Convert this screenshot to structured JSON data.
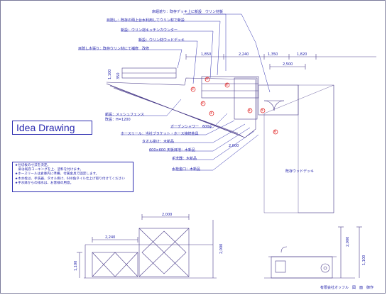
{
  "title": "Idea Drawing",
  "colors": {
    "ink": "#1a1aa8",
    "line": "#4a3c8a",
    "red": "#e02020",
    "frame": "#2b2bb0"
  },
  "labels": {
    "l1": "床組遮り：既存デッキ上に新設　ウリン材板",
    "l2": "目隠し：既存の頭上台水利用してウリン材で新設",
    "l3": "新設：ウリン材キッチンカウンター",
    "l4": "新設：ウリン材ウッドデッキ",
    "l5": "目隠し木張り：既存ウリン材にて補修　改修",
    "l6": "新設：メッシュフェンス",
    "l7": "既設：H=1200",
    "l8": "ガーデンシャワー　600φ",
    "l9": "ホースリール：当社ブラケット・ホース接続金具",
    "l10": "タオル掛け：木新品",
    "l11": "600×600 天板目地：木新品",
    "l12": "手洗器：木新品",
    "l13": "水栓金口：木新品",
    "l14": "既存ウッドデッキ"
  },
  "dims": {
    "d1": "1,850",
    "d2": "2,240",
    "d3": "1,350",
    "d4": "1,820",
    "d5": "2,500",
    "d6": "2,000",
    "d7": "2,000",
    "d8": "2,240",
    "d9": "2,000",
    "d10": "1,100",
    "d11": "1,100",
    "d12": "350",
    "d13": "2,000",
    "d14": "1,100"
  },
  "markers": {
    "m1": "①",
    "m2": "②",
    "m3": "③",
    "m4": "④",
    "m5": "⑤",
    "m6": "⑥",
    "m7": "⑦",
    "m8": "⑧"
  },
  "notes": [
    "★仕切板の寸法を決定。",
    "　扉は既存コーキングを上、塗料を付けます。",
    "★ホースリールは倉庫内に準備、付属金具で固定します。",
    "★木水栓は、手洗器、タオル掛け、600角タイル仕上げ取り付けてください",
    "",
    "★手水鉢からの排水は、お客様の用意。"
  ],
  "footer": "有限会社オッフル　図　面　御作"
}
